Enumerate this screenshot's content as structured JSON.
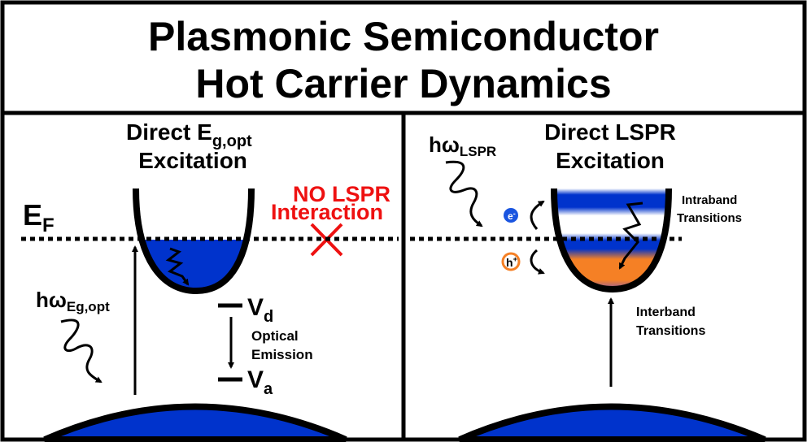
{
  "title": {
    "line1": "Plasmonic Semiconductor",
    "line2": "Hot Carrier Dynamics"
  },
  "colors": {
    "band_blue": "#0033cc",
    "hole_orange": "#f58025",
    "no_lspr_red": "#ee1111",
    "line": "#000000"
  },
  "left_panel": {
    "heading_line1": "Direct E",
    "heading_sub": "g,opt",
    "heading_line2": "Excitation",
    "fermi_label": "E",
    "fermi_sub": "F",
    "no_lspr_line1": "NO LSPR",
    "no_lspr_line2": "Interaction",
    "photon_label": "hω",
    "photon_sub": "Eg,opt",
    "vd_label": "V",
    "vd_sub": "d",
    "va_label": "V",
    "va_sub": "a",
    "emission_line1": "Optical",
    "emission_line2": "Emission"
  },
  "right_panel": {
    "heading_line1": "Direct LSPR",
    "heading_line2": "Excitation",
    "photon_label": "hω",
    "photon_sub": "LSPR",
    "electron_label": "e",
    "electron_sup": "-",
    "hole_label": "h",
    "hole_sup": "+",
    "intraband_line1": "Intraband",
    "intraband_line2": "Transitions",
    "interband_line1": "Interband",
    "interband_line2": "Transitions"
  }
}
